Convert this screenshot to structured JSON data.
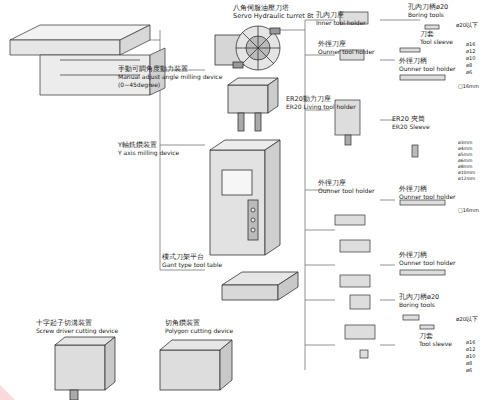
{
  "diagram": {
    "labels": [
      "八角伺服油壓刀塔",
      "Servo Hydraulic turret 8t",
      "孔內刀座",
      "Inner tool holder",
      "孔內刀柄ø20",
      "Boring tools",
      "ø20以下",
      "刀套",
      "Tool sleeve",
      "ø16",
      "ø12",
      "ø10",
      "ø8",
      "ø6",
      "外徑刀座",
      "Ounner tool holder",
      "外徑刀柄",
      "Ounner tool holder",
      "□16mm",
      "手動可調角度動力裝置",
      "Manual adjust angle milling device",
      "(0~45degree)",
      "ER20動力刀座",
      "ER20 Living tool holder",
      "ER20 夾筒",
      "ER20 Sleeve",
      "ø3mm",
      "ø4mm",
      "ø5mm",
      "ø6mm",
      "ø8mm",
      "ø10mm",
      "ø12mm",
      "Y軸銑鑽裝置",
      "Y axis milling device",
      "外徑刀座",
      "Ounner tool holder",
      "外徑刀柄",
      "Ounner tool holder",
      "□16mm",
      "樓式刀架平台",
      "Gant type tool table",
      "外徑刀柄",
      "Ounner tool holder",
      "孔內刀柄ø20",
      "Boring tools",
      "ø20以下",
      "刀套",
      "Tool sleeve",
      "ø16",
      "ø12",
      "ø10",
      "ø8",
      "ø6",
      "十字起子切溝裝置",
      "Screw driver cutting device",
      "切角鑽裝置",
      "Polygon cutting device"
    ]
  }
}
